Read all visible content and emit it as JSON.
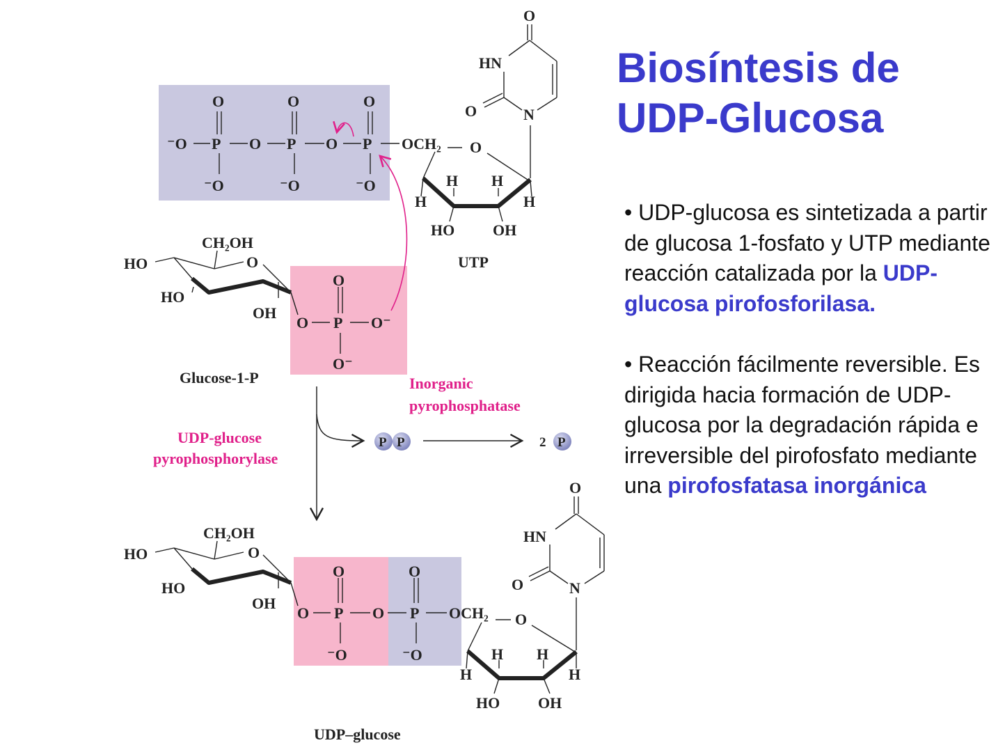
{
  "slide": {
    "title_line1": "Biosíntesis de",
    "title_line2": "UDP-Glucosa",
    "bullet1": {
      "prefix": "• UDP-glucosa es sintetizada a partir de glucosa 1-fosfato y UTP mediante reacción catalizada por la ",
      "highlight": "UDP-glucosa pirofosforilasa."
    },
    "bullet2": {
      "prefix": "• Reacción fácilmente reversible. Es dirigida hacia formación de UDP-glucosa por la degradación rápida e irreversible del pirofosfato mediante una ",
      "highlight": "pirofosfatasa inorgánica"
    }
  },
  "diagram": {
    "utp_label": "UTP",
    "glucose1p_label": "Glucose-1-P",
    "udpglucose_label": "UDP–glucose",
    "enzyme_label_line1": "UDP-glucose",
    "enzyme_label_line2": "pyrophosphorylase",
    "pyrophosphatase_line1": "Inorganic",
    "pyrophosphatase_line2": "pyrophosphatase",
    "pp_symbol": "P",
    "pi_coefficient": "2",
    "atoms": {
      "O": "O",
      "P": "P",
      "Ominus_left": "⁻O",
      "Ominus_right": "O⁻",
      "OCH2": "OCH₂",
      "HN": "HN",
      "N": "N",
      "H": "H",
      "HO": "HO",
      "OH": "OH",
      "CH2OH": "CH₂OH"
    },
    "colors": {
      "phosphate_blue_box": "#c9c8e0",
      "phosphate_pink_box": "#f7b6cc",
      "enzyme_text": "#e0208a",
      "pi_circle": "#8f93c6",
      "title_blue": "#3a3acb"
    }
  }
}
